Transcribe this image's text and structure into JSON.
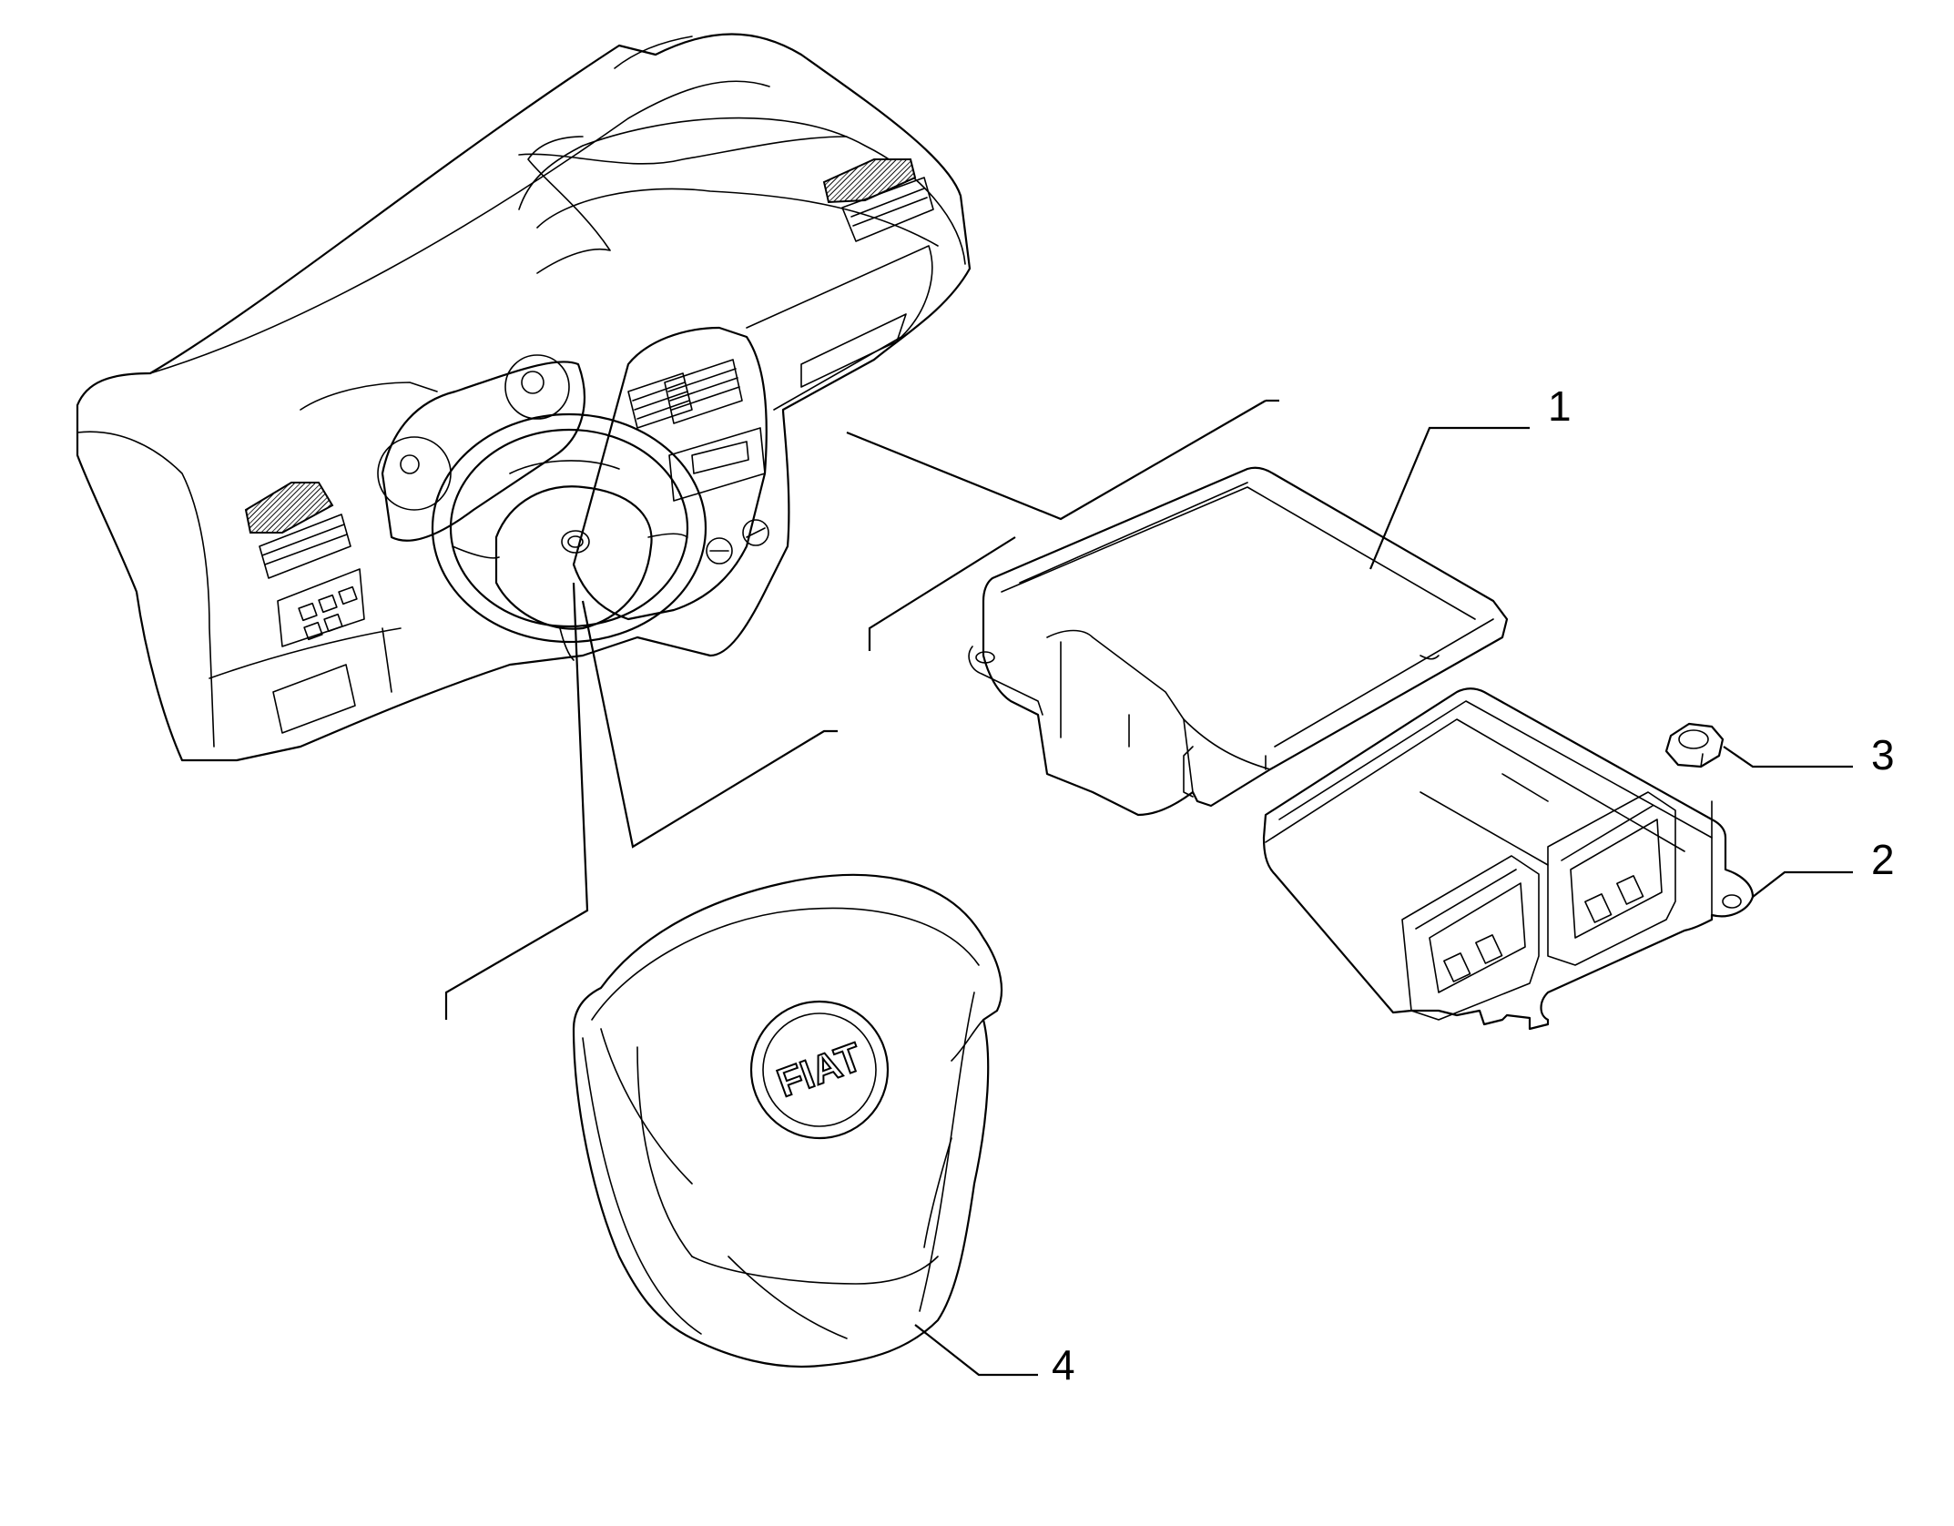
{
  "diagram": {
    "callouts": [
      {
        "id": "1",
        "label": "1"
      },
      {
        "id": "2",
        "label": "2"
      },
      {
        "id": "3",
        "label": "3"
      },
      {
        "id": "4",
        "label": "4"
      }
    ],
    "logo_text": "FIAT",
    "colors": {
      "ink": "#000000",
      "paper": "#ffffff"
    }
  }
}
